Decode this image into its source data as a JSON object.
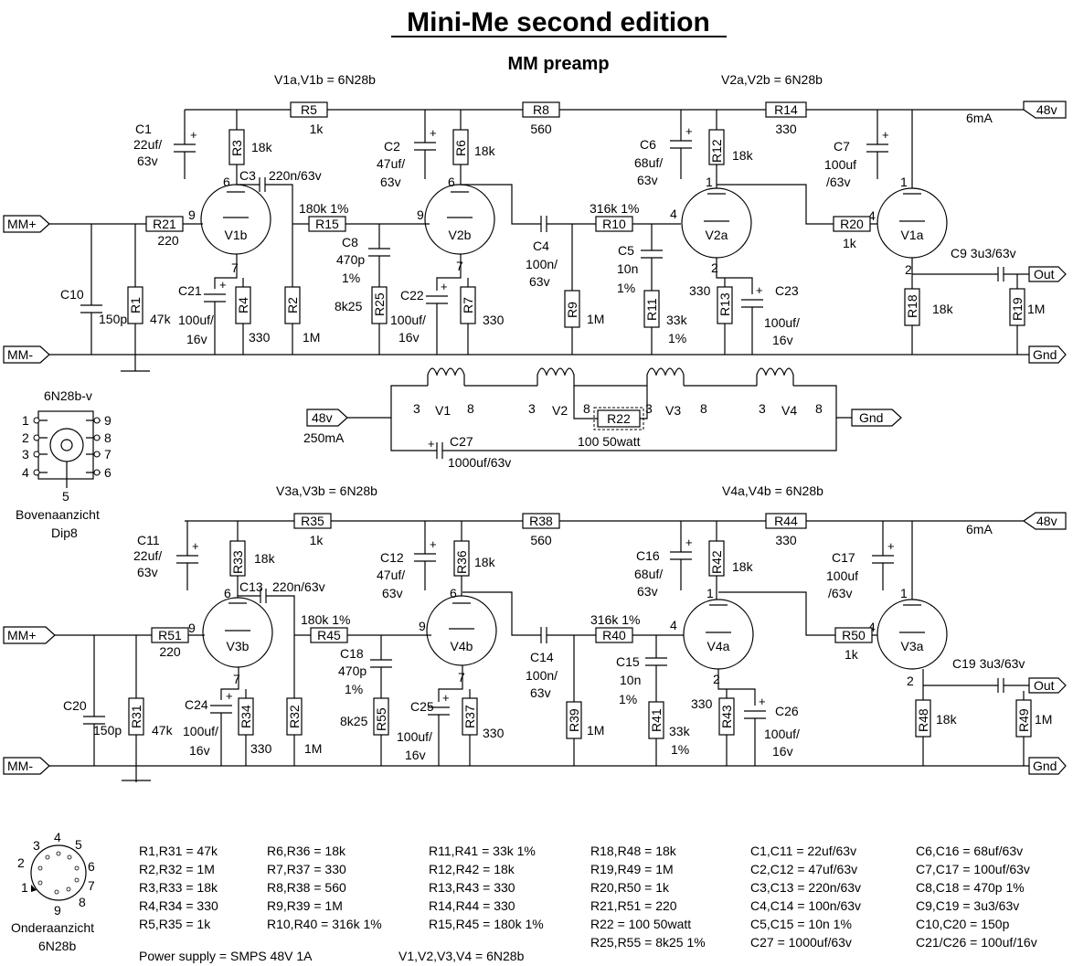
{
  "title": "Mini-Me second edition",
  "subtitle": "MM preamp",
  "tube_headers": {
    "top_left": "V1a,V1b = 6N28b",
    "top_right": "V2a,V2b = 6N28b",
    "bot_left": "V3a,V3b = 6N28b",
    "bot_right": "V4a,V4b = 6N28b"
  },
  "ports": {
    "mm_plus": "MM+",
    "mm_minus": "MM-",
    "v48": "48v",
    "gnd": "Gnd",
    "out": "Out"
  },
  "current_6ma": "6mA",
  "top": {
    "R5": "R5",
    "R5v": "1k",
    "R8": "R8",
    "R8v": "560",
    "R14": "R14",
    "R14v": "330",
    "C1": "C1",
    "C1a": "22uf/",
    "C1b": "63v",
    "C2": "C2",
    "C2a": "47uf/",
    "C2b": "63v",
    "C6": "C6",
    "C6a": "68uf/",
    "C6b": "63v",
    "C7": "C7",
    "C7a": "100uf",
    "C7b": "/63v",
    "R3": "R3",
    "R3v": "18k",
    "R6": "R6",
    "R6v": "18k",
    "R12": "R12",
    "R12v": "18k",
    "C3": "C3",
    "C3v": "220n/63v",
    "R21": "R21",
    "R21v": "220",
    "R15": "R15",
    "R15v": "180k 1%",
    "R10": "R10",
    "R10v": "316k 1%",
    "R20": "R20",
    "R20v": "1k",
    "V1b": "V1b",
    "V2b": "V2b",
    "V2a": "V2a",
    "V1a": "V1a",
    "C8": "C8",
    "C8a": "470p",
    "C8b": "1%",
    "C4": "C4",
    "C4a": "100n/",
    "C4b": "63v",
    "C5": "C5",
    "C5a": "10n",
    "C5b": "1%",
    "C9": "C9 3u3/63v",
    "C10": "C10",
    "C10v": "150p",
    "R1": "R1",
    "R1v": "47k",
    "C21": "C21",
    "C21a": "100uf/",
    "C21b": "16v",
    "R4": "R4",
    "R4v": "330",
    "R2": "R2",
    "R2v": "1M",
    "R25": "R25",
    "R25v": "8k25",
    "C22": "C22",
    "C22a": "100uf/",
    "C22b": "16v",
    "R7": "R7",
    "R7v": "330",
    "R9": "R9",
    "R9v": "1M",
    "R11": "R11",
    "R11a": "33k",
    "R11b": "1%",
    "R13": "R13",
    "R13v": "330",
    "C23": "C23",
    "C23a": "100uf/",
    "C23b": "16v",
    "R18": "R18",
    "R18v": "18k",
    "R19": "R19",
    "R19v": "1M"
  },
  "bottom": {
    "R5": "R35",
    "R5v": "1k",
    "R8": "R38",
    "R8v": "560",
    "R14": "R44",
    "R14v": "330",
    "C1": "C11",
    "C1a": "22uf/",
    "C1b": "63v",
    "C2": "C12",
    "C2a": "47uf/",
    "C2b": "63v",
    "C6": "C16",
    "C6a": "68uf/",
    "C6b": "63v",
    "C7": "C17",
    "C7a": "100uf",
    "C7b": "/63v",
    "R3": "R33",
    "R3v": "18k",
    "R6": "R36",
    "R6v": "18k",
    "R12": "R42",
    "R12v": "18k",
    "C3": "C13",
    "C3v": "220n/63v",
    "R21": "R51",
    "R21v": "220",
    "R15": "R45",
    "R15v": "180k 1%",
    "R10": "R40",
    "R10v": "316k 1%",
    "R20": "R50",
    "R20v": "1k",
    "V1b": "V3b",
    "V2b": "V4b",
    "V2a": "V4a",
    "V1a": "V3a",
    "C8": "C18",
    "C8a": "470p",
    "C8b": "1%",
    "C4": "C14",
    "C4a": "100n/",
    "C4b": "63v",
    "C5": "C15",
    "C5a": "10n",
    "C5b": "1%",
    "C9": "C19 3u3/63v",
    "C10": "C20",
    "C10v": "150p",
    "R1": "R31",
    "R1v": "47k",
    "C21": "C24",
    "C21a": "100uf/",
    "C21b": "16v",
    "R4": "R34",
    "R4v": "330",
    "R2": "R32",
    "R2v": "1M",
    "R25": "R55",
    "R25v": "8k25",
    "C22": "C25",
    "C22a": "100uf/",
    "C22b": "16v",
    "R7": "R37",
    "R7v": "330",
    "R9": "R39",
    "R9v": "1M",
    "R11": "R41",
    "R11a": "33k",
    "R11b": "1%",
    "R13": "R43",
    "R13v": "330",
    "C23": "C26",
    "C23a": "100uf/",
    "C23b": "16v",
    "R18": "R48",
    "R18v": "18k",
    "R19": "R49",
    "R19v": "1M"
  },
  "pins": {
    "p1": "1",
    "p2": "2",
    "p3": "3",
    "p4": "4",
    "p5": "5",
    "p6": "6",
    "p7": "7",
    "p8": "8",
    "p9": "9"
  },
  "heater": {
    "v48": "48v",
    "current": "250mA",
    "gnd": "Gnd",
    "V1": "V1",
    "V2": "V2",
    "V3": "V3",
    "V4": "V4",
    "R22": "R22",
    "R22v": "100  50watt",
    "C27": "C27",
    "C27v": "1000uf/63v",
    "plus": "+"
  },
  "socket_top": {
    "name": "6N28b-v",
    "caption1": "Bovenaanzicht",
    "caption2": "Dip8"
  },
  "socket_bottom": {
    "caption1": "Onderaanzicht",
    "caption2": "6N28b"
  },
  "bom": [
    [
      "R1,R31 = 47k",
      "R2,R32 = 1M",
      "R3,R33 = 18k",
      "R4,R34 = 330",
      "R5,R35 = 1k"
    ],
    [
      "R6,R36 = 18k",
      "R7,R37 = 330",
      "R8,R38 = 560",
      "R9,R39 = 1M",
      "R10,R40 = 316k 1%"
    ],
    [
      "R11,R41 = 33k 1%",
      "R12,R42 = 18k",
      "R13,R43 = 330",
      "R14,R44 = 330",
      "R15,R45 = 180k 1%"
    ],
    [
      "R18,R48 = 18k",
      "R19,R49 = 1M",
      "R20,R50 = 1k",
      "R21,R51 = 220",
      "R22 = 100 50watt",
      "R25,R55 = 8k25 1%"
    ],
    [
      "C1,C11 = 22uf/63v",
      "C2,C12 = 47uf/63v",
      "C3,C13 = 220n/63v",
      "C4,C14 = 100n/63v",
      "C5,C15 = 10n 1%",
      "C27 = 1000uf/63v"
    ],
    [
      "C6,C16 = 68uf/63v",
      "C7,C17 = 100uf/63v",
      "C8,C18 = 470p 1%",
      "C9,C19 = 3u3/63v",
      "C10,C20 = 150p",
      "C21/C26 = 100uf/16v"
    ]
  ],
  "power_supply": "Power supply = SMPS 48V  1A",
  "tubes_line": "V1,V2,V3,V4 = 6N28b"
}
